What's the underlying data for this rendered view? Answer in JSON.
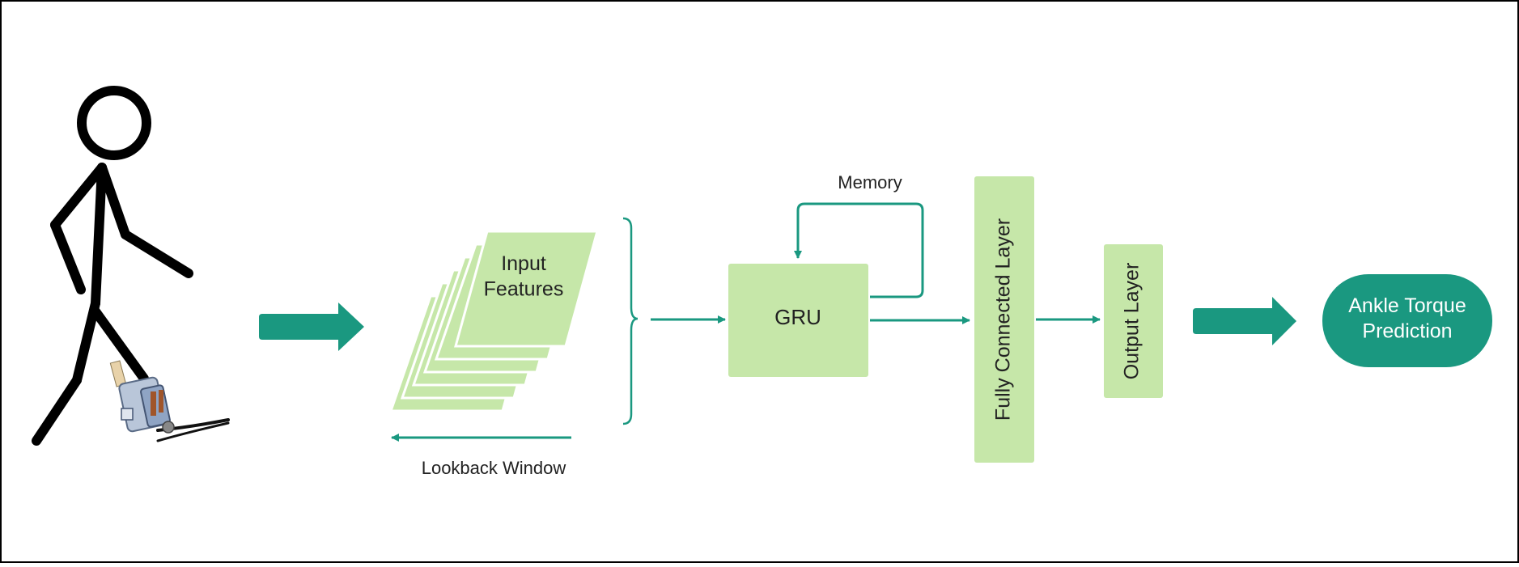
{
  "colors": {
    "accent": "#1a9880",
    "box_fill": "#c6e7a9",
    "stickfigure": "#000000",
    "text_dark": "#222222",
    "text_light": "#ffffff"
  },
  "nodes": {
    "input_features": "Input\nFeatures",
    "gru": "GRU",
    "memory": "Memory",
    "fully_connected": "Fully Connected Layer",
    "output_layer": "Output Layer",
    "ankle_torque": "Ankle Torque\nPrediction",
    "lookback": "Lookback Window"
  },
  "icons": [
    "stick-figure-icon",
    "ankle-exoskeleton-icon",
    "right-arrow-icon"
  ]
}
